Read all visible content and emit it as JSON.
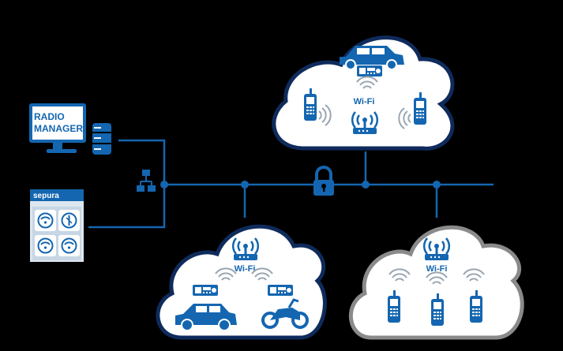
{
  "monitor": {
    "line1": "RADIO",
    "line2": "MANAGER"
  },
  "tablet": {
    "brand": "sepura"
  },
  "clouds": {
    "top": {
      "wifi_label": "Wi-Fi"
    },
    "left": {
      "wifi_label": "Wi-Fi"
    },
    "right": {
      "wifi_label": "Wi-Fi"
    }
  },
  "colors": {
    "background": "#000000",
    "brand_blue": "#1466b0",
    "dark_navy": "#0f2b5c",
    "cloud_fill": "#ffffff",
    "right_cloud_border": "#8a8a8a",
    "tablet_panel": "#dde7f0"
  },
  "icons": [
    "monitor-icon",
    "database-icon",
    "network-switch-icon",
    "lock-icon",
    "tablet-icon",
    "car-icon",
    "motorcycle-icon",
    "radio-handset-icon",
    "vehicle-radio-icon",
    "wifi-router-icon"
  ]
}
